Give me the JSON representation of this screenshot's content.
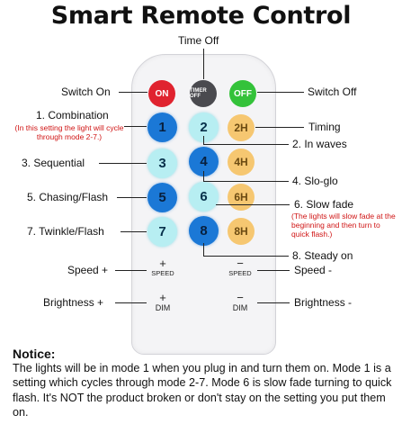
{
  "title": "Smart Remote Control",
  "remote": {
    "on": "ON",
    "timer_off": "TIMER OFF",
    "off": "OFF",
    "buttons": [
      "1",
      "2",
      "3",
      "4",
      "5",
      "6",
      "7",
      "8"
    ],
    "timers": [
      "2H",
      "4H",
      "6H",
      "8H"
    ],
    "speed_plus_sign": "+",
    "speed_minus_sign": "−",
    "speed": "SPEED",
    "dim_plus_sign": "+",
    "dim_minus_sign": "−",
    "dim": "DIM"
  },
  "labels": {
    "time_off": "Time Off",
    "switch_on": "Switch On",
    "switch_off": "Switch Off",
    "combination": "1. Combination",
    "combination_note": "(In this setting the light will cycle through mode 2-7.)",
    "timing": "Timing",
    "in_waves": "2. In waves",
    "sequential": "3. Sequential",
    "slo_glo": "4. Slo-glo",
    "chasing_flash": "5. Chasing/Flash",
    "slow_fade": "6. Slow fade",
    "slow_fade_note": "(The lights will slow fade at the beginning and then turn to quick flash.)",
    "twinkle_flash": "7. Twinkle/Flash",
    "steady_on": "8. Steady on",
    "speed_plus": "Speed +",
    "speed_minus": "Speed -",
    "brightness_plus": "Brightness +",
    "brightness_minus": "Brightness -"
  },
  "notice": {
    "heading": "Notice:",
    "body": "The lights will be in mode 1 when you plug in and turn them on. Mode 1 is a setting which cycles through mode 2-7. Mode 6 is slow fade turning to quick flash. It's NOT the product broken or don't stay on the setting you put them on."
  },
  "colors": {
    "on_button": "#e0232f",
    "timer_button": "#4a4a4f",
    "off_button": "#34c23a",
    "mode_blue": "#1b78d6",
    "mode_cyan": "#b7eef2",
    "timer_orange": "#f6c771",
    "note_red": "#d01515"
  }
}
